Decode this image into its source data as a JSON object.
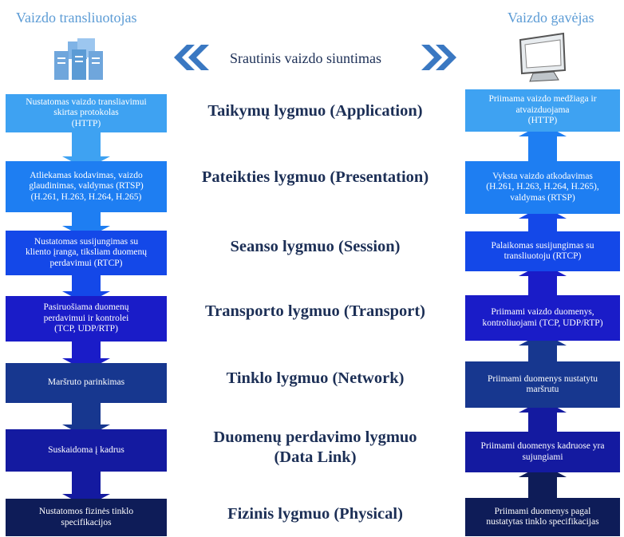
{
  "header": {
    "sender_title": "Vaizdo transliuotojas",
    "receiver_title": "Vaizdo gavėjas",
    "streaming_label": "Srautinis vaizdo siuntimas"
  },
  "icons": {
    "sender": "server-icon",
    "receiver": "monitor-icon",
    "streaming_left": "double-chevron-left-icon",
    "streaming_right": "double-chevron-right-icon"
  },
  "colors": {
    "level_1": "#3ea2f2",
    "level_2": "#1e7ef2",
    "level_3": "#1448e8",
    "level_4": "#1a1cc8",
    "level_5": "#17378f",
    "level_6": "#141aa0",
    "level_7": "#0e1c58",
    "text_dark": "#1c2f56",
    "title_blue": "#5b9bd5"
  },
  "layers": [
    {
      "lines": [
        "Taikymų lygmuo (Application)"
      ]
    },
    {
      "lines": [
        "Pateikties lygmuo (Presentation)"
      ]
    },
    {
      "lines": [
        "Seanso lygmuo (Session)"
      ]
    },
    {
      "lines": [
        "Transporto lygmuo (Transport)"
      ]
    },
    {
      "lines": [
        "Tinklo lygmuo (Network)"
      ]
    },
    {
      "lines": [
        "Duomenų perdavimo lygmuo",
        "(Data Link)"
      ]
    },
    {
      "lines": [
        "Fizinis lygmuo (Physical)"
      ]
    }
  ],
  "sender_steps": [
    {
      "lines": [
        "Nustatomas vaizdo transliavimui",
        "skirtas protokolas",
        "(HTTP)"
      ]
    },
    {
      "lines": [
        "Atliekamas kodavimas, vaizdo",
        "glaudinimas, valdymas (RTSP)",
        "(H.261, H.263, H.264, H.265)"
      ]
    },
    {
      "lines": [
        "Nustatomas susijungimas su",
        "kliento įranga, tiksliam duomenų",
        "perdavimui (RTCP)"
      ]
    },
    {
      "lines": [
        "Pasiruošiama duomenų",
        "perdavimui ir kontrolei",
        "(TCP, UDP/RTP)"
      ]
    },
    {
      "lines": [
        "Maršruto parinkimas"
      ]
    },
    {
      "lines": [
        "Suskaidoma į kadrus"
      ]
    },
    {
      "lines": [
        "Nustatomos fizinės tinklo",
        "specifikacijos"
      ]
    }
  ],
  "receiver_steps": [
    {
      "lines": [
        "Priimama vaizdo medžiaga ir",
        "atvaizduojama",
        "(HTTP)"
      ]
    },
    {
      "lines": [
        "Vyksta vaizdo atkodavimas",
        "(H.261, H.263, H.264, H.265),",
        "valdymas (RTSP)"
      ]
    },
    {
      "lines": [
        "Palaikomas susijungimas su",
        "transliuotoju (RTCP)"
      ]
    },
    {
      "lines": [
        "Priimami vaizdo duomenys,",
        "kontroliuojami (TCP, UDP/RTP)"
      ]
    },
    {
      "lines": [
        "Priimami duomenys nustatytu",
        "maršrutu"
      ]
    },
    {
      "lines": [
        "Priimami duomenys kadruose yra",
        "sujungiami"
      ]
    },
    {
      "lines": [
        "Priimami duomenys pagal",
        "nustatytas tinklo specifikacijas"
      ]
    }
  ]
}
